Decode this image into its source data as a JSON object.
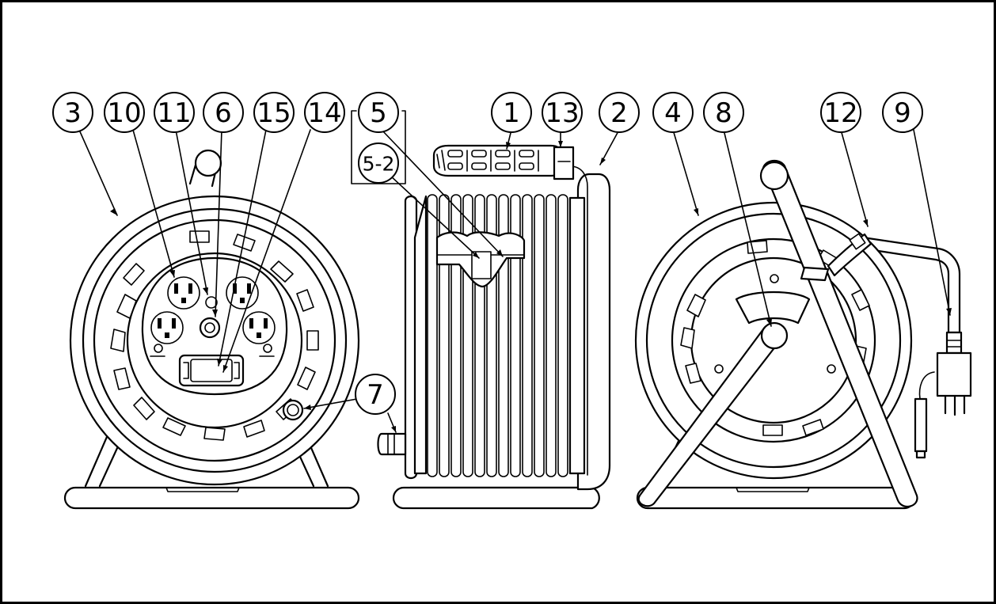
{
  "callouts": [
    "3",
    "10",
    "11",
    "6",
    "15",
    "14",
    "5",
    "5-2",
    "1",
    "13",
    "2",
    "4",
    "8",
    "12",
    "9",
    "7"
  ]
}
